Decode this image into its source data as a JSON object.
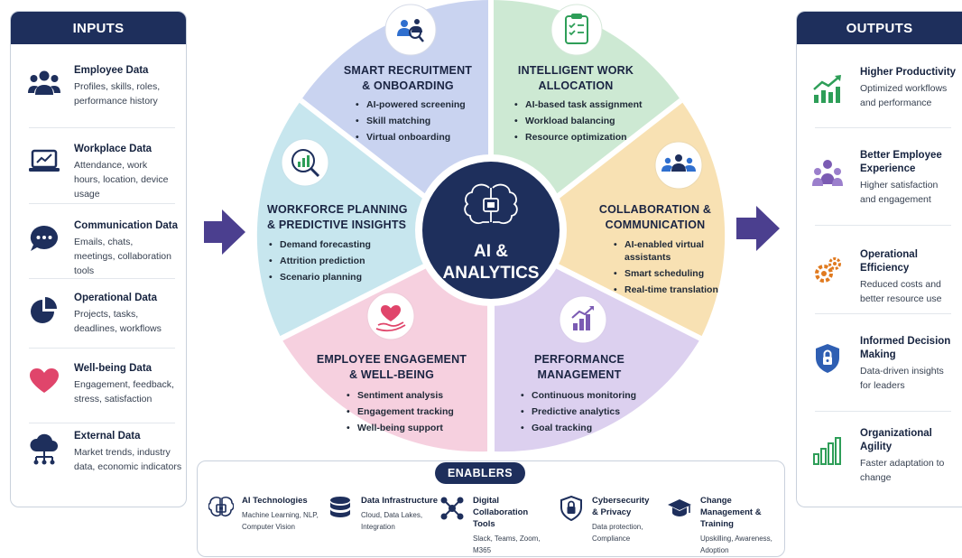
{
  "inputs": {
    "header": "INPUTS",
    "items": [
      {
        "title": "Employee Data",
        "desc": "Profiles, skills, roles, performance history",
        "icon": "people-group-icon"
      },
      {
        "title": "Workplace Data",
        "desc": "Attendance, work hours, location, device usage",
        "icon": "laptop-icon"
      },
      {
        "title": "Communication Data",
        "desc": "Emails, chats, meetings, collaboration tools",
        "icon": "chat-bubble-icon"
      },
      {
        "title": "Operational Data",
        "desc": "Projects, tasks, deadlines, workflows",
        "icon": "pie-chart-icon"
      },
      {
        "title": "Well-being Data",
        "desc": "Engagement, feedback, stress, satisfaction",
        "icon": "heart-icon"
      },
      {
        "title": "External Data",
        "desc": "Market trends, industry data, economic indicators",
        "icon": "cloud-network-icon"
      }
    ]
  },
  "outputs": {
    "header": "OUTPUTS",
    "items": [
      {
        "title": "Higher Productivity",
        "desc": "Optimized workflows and performance",
        "icon": "growth-chart-icon"
      },
      {
        "title": "Better Employee Experience",
        "desc": "Higher satisfaction and engagement",
        "icon": "team-icon"
      },
      {
        "title": "Operational Efficiency",
        "desc": "Reduced costs and better resource use",
        "icon": "gears-icon"
      },
      {
        "title": "Informed Decision Making",
        "desc": "Data-driven insights for leaders",
        "icon": "shield-lock-icon"
      },
      {
        "title": "Organizational Agility",
        "desc": "Faster adaptation to change",
        "icon": "bar-chart-icon"
      }
    ]
  },
  "center": {
    "line1": "AI &",
    "line2": "ANALYTICS",
    "icon": "brain-chip-icon"
  },
  "segments": [
    {
      "title": [
        "SMART RECRUITMENT",
        "& ONBOARDING"
      ],
      "bullets": [
        "AI-powered screening",
        "Skill matching",
        "Virtual onboarding"
      ],
      "color": "#c9d3f0",
      "icon": "recruit-search-icon"
    },
    {
      "title": [
        "INTELLIGENT WORK",
        "ALLOCATION"
      ],
      "bullets": [
        "AI-based task assignment",
        "Workload balancing",
        "Resource optimization"
      ],
      "color": "#cde9d3",
      "icon": "clipboard-checklist-icon"
    },
    {
      "title": [
        "COLLABORATION &",
        "COMMUNICATION"
      ],
      "bullets": [
        "AI-enabled virtual assistants",
        "Smart scheduling",
        "Real-time translation"
      ],
      "color": "#f8e1b3",
      "icon": "team-collab-icon"
    },
    {
      "title": [
        "PERFORMANCE",
        "MANAGEMENT"
      ],
      "bullets": [
        "Continuous monitoring",
        "Predictive analytics",
        "Goal tracking"
      ],
      "color": "#dcd0ef",
      "icon": "performance-chart-icon"
    },
    {
      "title": [
        "EMPLOYEE ENGAGEMENT",
        "& WELL-BEING"
      ],
      "bullets": [
        "Sentiment analysis",
        "Engagement tracking",
        "Well-being support"
      ],
      "color": "#f6d0df",
      "icon": "heart-hand-icon"
    },
    {
      "title": [
        "WORKFORCE PLANNING",
        "& PREDICTIVE INSIGHTS"
      ],
      "bullets": [
        "Demand forecasting",
        "Attrition prediction",
        "Scenario planning"
      ],
      "color": "#c7e6ee",
      "icon": "analytics-magnifier-icon"
    }
  ],
  "enablers": {
    "header": "ENABLERS",
    "items": [
      {
        "title": "AI Technologies",
        "desc": "Machine Learning, NLP, Computer Vision",
        "icon": "ai-chip-brain-icon"
      },
      {
        "title": "Data Infrastructure",
        "desc": "Cloud, Data Lakes, Integration",
        "icon": "database-icon"
      },
      {
        "title": "Digital Collaboration Tools",
        "desc": "Slack, Teams, Zoom, M365",
        "icon": "network-nodes-icon"
      },
      {
        "title": "Cybersecurity & Privacy",
        "desc": "Data protection, Compliance",
        "icon": "shield-lock-icon"
      },
      {
        "title": "Change Management & Training",
        "desc": "Upskilling, Awareness, Adoption",
        "icon": "graduation-cap-icon"
      }
    ]
  },
  "colors": {
    "navy": "#1e2f5c",
    "arrow": "#4b3f8f",
    "green": "#2e9e58",
    "purple": "#7b5bb3",
    "orange": "#e07a1f",
    "pink": "#e0456b"
  }
}
